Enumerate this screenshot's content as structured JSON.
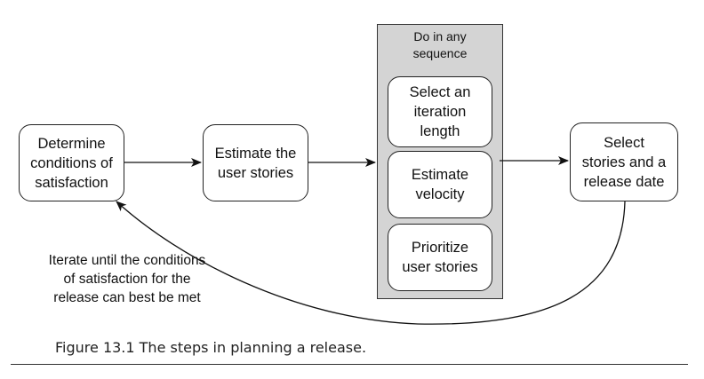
{
  "steps": {
    "determine": "Determine\nconditions of\nsatisfaction",
    "estimate_stories": "Estimate the\nuser stories",
    "select_release": "Select\nstories and a\nrelease date"
  },
  "panel": {
    "title": "Do in any\nsequence",
    "items": [
      "Select an\niteration\nlength",
      "Estimate\nvelocity",
      "Prioritize\nuser stories"
    ]
  },
  "loop_note": "Iterate until the conditions\nof satisfaction for the\nrelease can best be met",
  "caption": "Figure 13.1   The steps in planning a release."
}
